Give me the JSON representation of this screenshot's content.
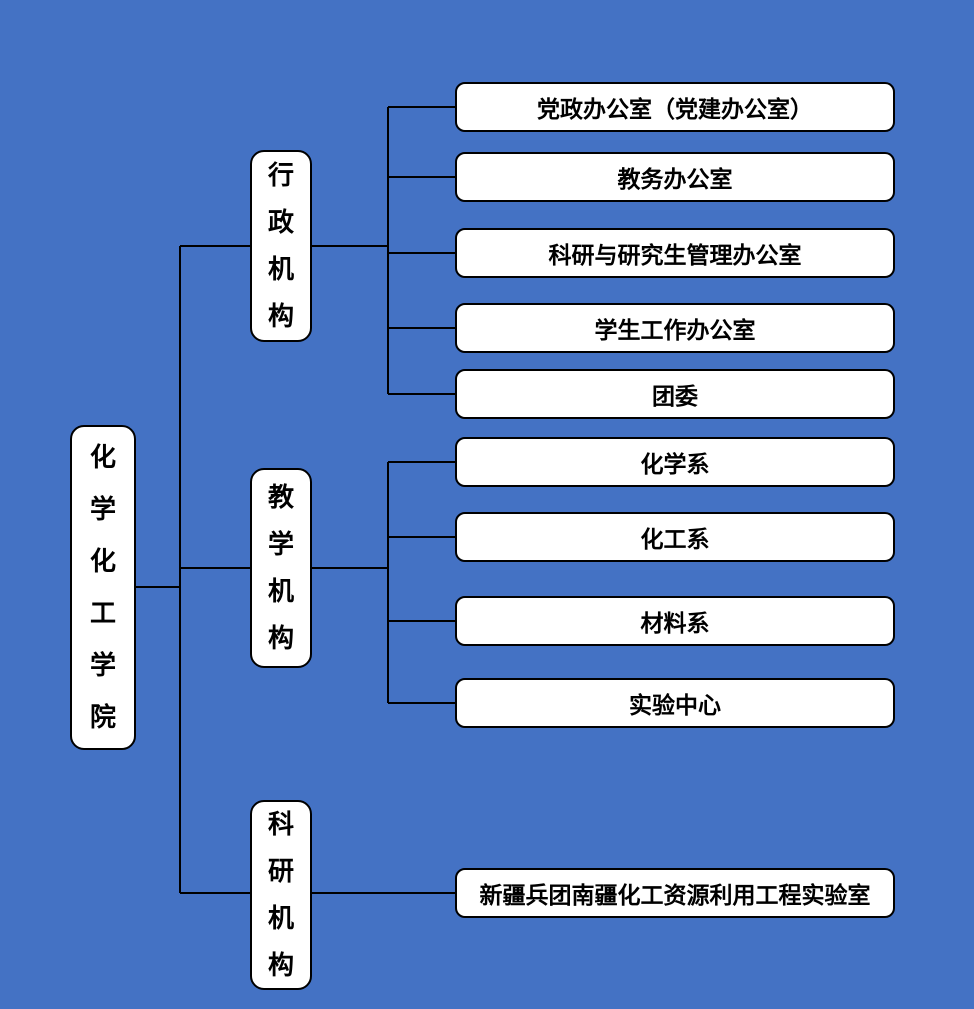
{
  "org": {
    "root": "化学化工学院",
    "branches": [
      {
        "label": "行政机构",
        "children": [
          "党政办公室（党建办公室）",
          "教务办公室",
          "科研与研究生管理办公室",
          "学生工作办公室",
          "团委"
        ]
      },
      {
        "label": "教学机构",
        "children": [
          "化学系",
          "化工系",
          "材料系",
          "实验中心"
        ]
      },
      {
        "label": "科研机构",
        "children": [
          "新疆兵团南疆化工资源利用工程实验室"
        ]
      }
    ]
  },
  "colors": {
    "background": "#4472c4",
    "box_fill": "#ffffff",
    "box_border": "#000000",
    "line": "#000000",
    "text": "#000000"
  }
}
